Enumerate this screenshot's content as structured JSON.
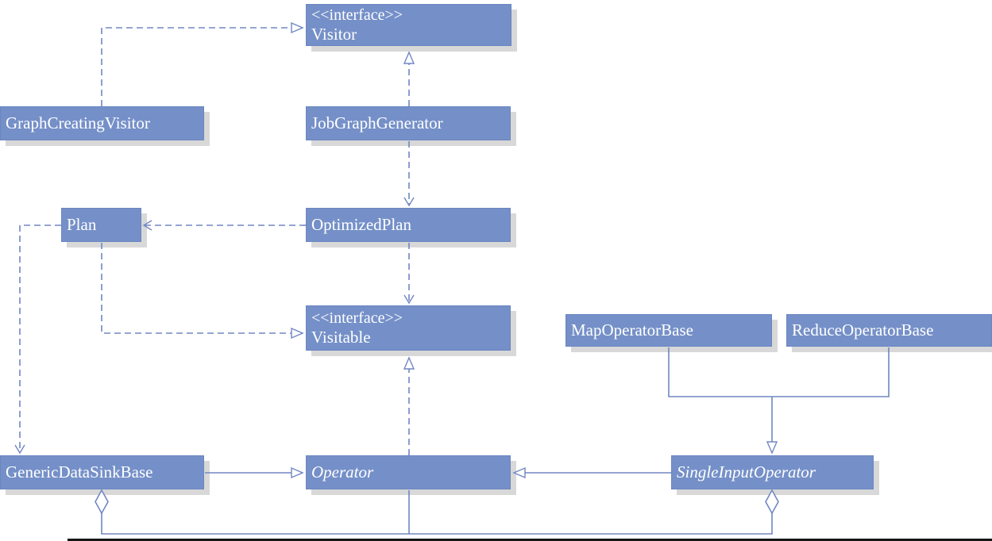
{
  "diagram": {
    "type": "uml-class-diagram",
    "colors": {
      "node_fill": "#7590c8",
      "node_border": "#6a86c2",
      "node_text": "#ffffff",
      "edge": "#7087c3",
      "shadow": "#d8d8d8",
      "background": "#ffffff",
      "bottom_rule": "#141414"
    },
    "nodes": [
      {
        "id": "visitor",
        "kind": "interface",
        "stereotype": "<<interface>>",
        "label": "Visitor"
      },
      {
        "id": "graph-creating-visitor",
        "kind": "class",
        "label": "GraphCreatingVisitor"
      },
      {
        "id": "job-graph-generator",
        "kind": "class",
        "label": "JobGraphGenerator"
      },
      {
        "id": "plan",
        "kind": "class",
        "label": "Plan"
      },
      {
        "id": "optimized-plan",
        "kind": "class",
        "label": "OptimizedPlan"
      },
      {
        "id": "visitable",
        "kind": "interface",
        "stereotype": "<<interface>>",
        "label": "Visitable"
      },
      {
        "id": "map-operator-base",
        "kind": "class",
        "label": "MapOperatorBase"
      },
      {
        "id": "reduce-operator-base",
        "kind": "class",
        "label": "ReduceOperatorBase"
      },
      {
        "id": "generic-data-sink-base",
        "kind": "class",
        "label": "GenericDataSinkBase"
      },
      {
        "id": "operator",
        "kind": "abstract-class",
        "label": "Operator"
      },
      {
        "id": "single-input-operator",
        "kind": "abstract-class",
        "label": "SingleInputOperator"
      }
    ],
    "edges": [
      {
        "from": "GraphCreatingVisitor",
        "to": "Visitor",
        "type": "realization",
        "style": "dashed-open-triangle"
      },
      {
        "from": "JobGraphGenerator",
        "to": "Visitor",
        "type": "realization",
        "style": "dashed-open-triangle"
      },
      {
        "from": "JobGraphGenerator",
        "to": "OptimizedPlan",
        "type": "dependency",
        "style": "dashed-open-arrow"
      },
      {
        "from": "OptimizedPlan",
        "to": "Plan",
        "type": "dependency",
        "style": "dashed-open-arrow"
      },
      {
        "from": "OptimizedPlan",
        "to": "Visitable",
        "type": "dependency",
        "style": "dashed-open-arrow"
      },
      {
        "from": "Plan",
        "to": "Visitable",
        "type": "realization",
        "style": "dashed-open-triangle"
      },
      {
        "from": "Plan",
        "to": "GenericDataSinkBase",
        "type": "dependency",
        "style": "dashed-open-arrow"
      },
      {
        "from": "Operator",
        "to": "Visitable",
        "type": "realization",
        "style": "dashed-open-triangle"
      },
      {
        "from": "GenericDataSinkBase",
        "to": "Operator",
        "type": "generalization",
        "style": "solid-open-triangle"
      },
      {
        "from": "SingleInputOperator",
        "to": "Operator",
        "type": "generalization",
        "style": "solid-open-triangle"
      },
      {
        "from": "MapOperatorBase",
        "to": "SingleInputOperator",
        "type": "generalization",
        "style": "solid-open-triangle"
      },
      {
        "from": "ReduceOperatorBase",
        "to": "SingleInputOperator",
        "type": "generalization",
        "style": "solid-open-triangle"
      },
      {
        "from": "GenericDataSinkBase",
        "to": "Operator",
        "type": "aggregation",
        "style": "solid-open-diamond"
      },
      {
        "from": "SingleInputOperator",
        "to": "Operator",
        "type": "aggregation",
        "style": "solid-open-diamond"
      }
    ]
  }
}
